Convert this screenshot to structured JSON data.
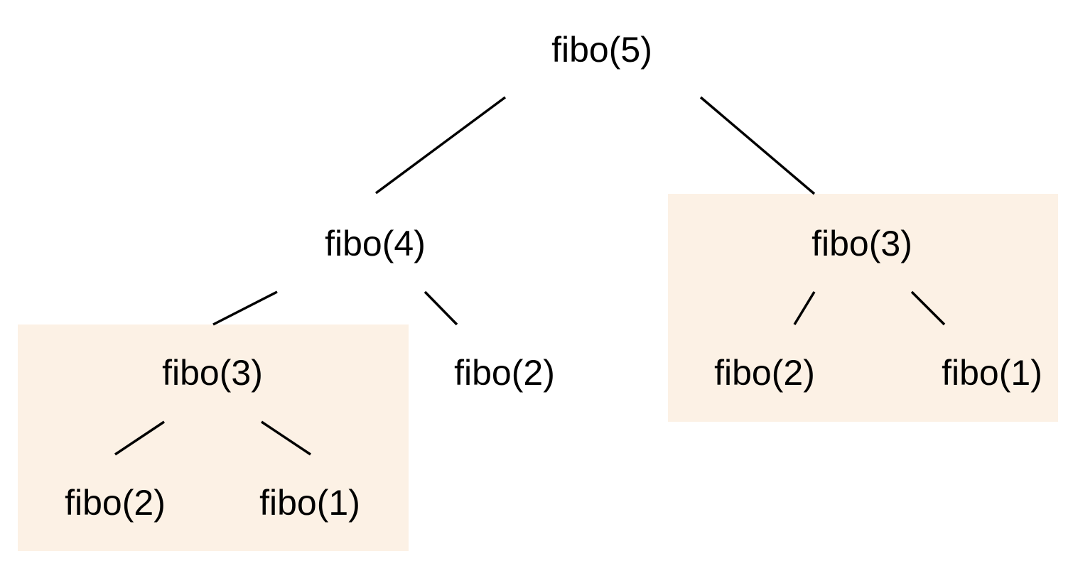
{
  "diagram": {
    "highlight_color": "#fcf1e5",
    "line_color": "#000000",
    "nodes": {
      "root": "fibo(5)",
      "left_child": "fibo(4)",
      "right_child": "fibo(3)",
      "left_left": "fibo(3)",
      "left_right": "fibo(2)",
      "right_left": "fibo(2)",
      "right_right": "fibo(1)",
      "left_left_left": "fibo(2)",
      "left_left_right": "fibo(1)"
    },
    "edges": [
      {
        "from": "root",
        "to": "left_child"
      },
      {
        "from": "root",
        "to": "right_child"
      },
      {
        "from": "left_child",
        "to": "left_left"
      },
      {
        "from": "left_child",
        "to": "left_right"
      },
      {
        "from": "right_child",
        "to": "right_left"
      },
      {
        "from": "right_child",
        "to": "right_right"
      },
      {
        "from": "left_left",
        "to": "left_left_left"
      },
      {
        "from": "left_left",
        "to": "left_left_right"
      }
    ],
    "highlighted_subtrees": [
      "left_left",
      "right_child"
    ]
  }
}
